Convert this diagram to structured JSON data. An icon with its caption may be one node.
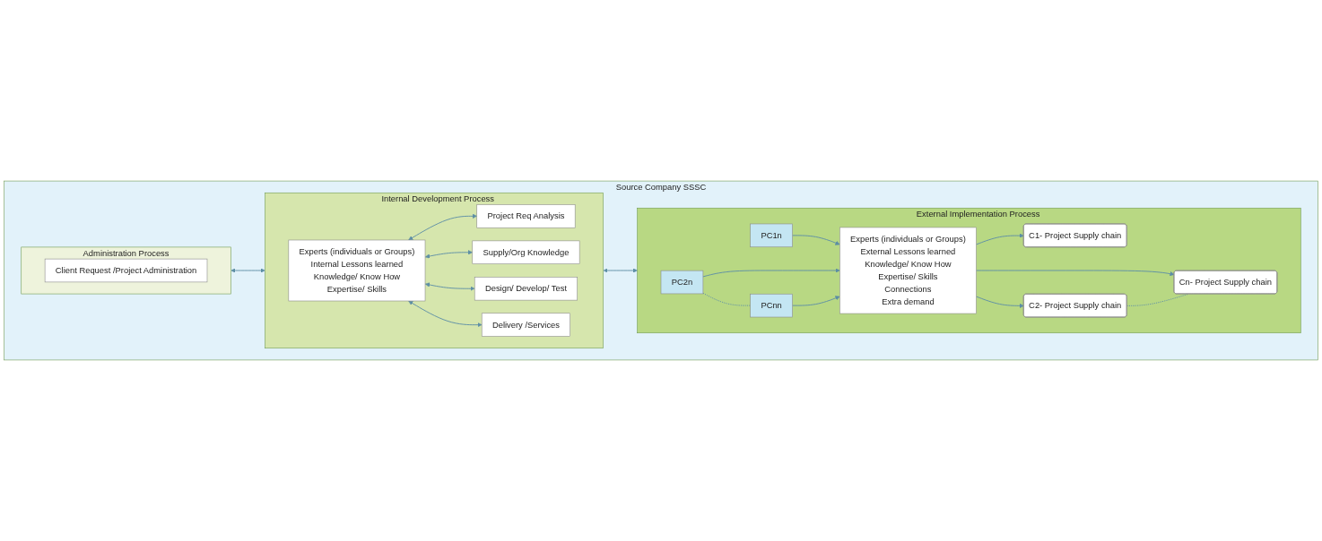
{
  "diagram": {
    "nodes": [
      {
        "text": [
          "Source Company SSSC"
        ]
      },
      {
        "text": [
          "Administration Process"
        ],
        "in": 0
      },
      {
        "text": [
          "Client Request /Project Administration"
        ],
        "in": 1
      },
      {
        "text": [
          "Internal Development Process"
        ],
        "in": 0
      },
      {
        "text": [
          "Experts (individuals or Groups)",
          "Internal Lessons learned",
          "Knowledge/ Know How",
          "Expertise/ Skills"
        ],
        "in": 3
      },
      {
        "text": [
          "Project Req Analysis"
        ],
        "in": 3
      },
      {
        "text": [
          "Supply/Org Knowledge"
        ],
        "in": 3
      },
      {
        "text": [
          "Design/ Develop/ Test"
        ],
        "in": 3
      },
      {
        "text": [
          "Delivery /Services"
        ],
        "in": 3
      },
      {
        "text": [
          "External Implementation Process"
        ],
        "in": 0
      },
      {
        "text": [
          "Experts (individuals or Groups)",
          "External Lessons learned",
          "Knowledge/ Know How",
          "Expertise/ Skills",
          "Connections",
          "Extra demand"
        ],
        "in": 9
      },
      {
        "text": [
          "C1- Project Supply chain"
        ],
        "in": 9
      },
      {
        "text": [
          "PC1n"
        ],
        "in": 9
      },
      {
        "text": [
          "C2- Project Supply chain"
        ],
        "in": 9
      },
      {
        "text": [
          "PC2n"
        ],
        "in": 9
      },
      {
        "text": [
          "Cn- Project Supply chain"
        ],
        "in": 9
      },
      {
        "text": [
          "PCnn"
        ],
        "in": 9
      }
    ],
    "edges": [
      {
        "from": 1,
        "to": 3,
        "arrow": "both"
      },
      {
        "from": 4,
        "to": 5,
        "arrow": "both"
      },
      {
        "from": 4,
        "to": 6,
        "arrow": "both"
      },
      {
        "from": 4,
        "to": 7,
        "arrow": "both"
      },
      {
        "from": 4,
        "to": 8,
        "arrow": "both"
      },
      {
        "from": 3,
        "to": 9,
        "arrow": "both"
      },
      {
        "from": 10,
        "to": 11,
        "arrow": "to"
      },
      {
        "from": 10,
        "to": 13,
        "arrow": "to"
      },
      {
        "from": 10,
        "to": 15,
        "arrow": "to"
      },
      {
        "from": 12,
        "to": 10,
        "arrow": "to"
      },
      {
        "from": 14,
        "to": 10,
        "arrow": "to"
      },
      {
        "from": 16,
        "to": 10,
        "arrow": "to"
      },
      {
        "from": 13,
        "to": 15,
        "arrow": "none",
        "style": "dashed"
      },
      {
        "from": 14,
        "to": 16,
        "arrow": "none",
        "style": "dashed"
      }
    ]
  }
}
